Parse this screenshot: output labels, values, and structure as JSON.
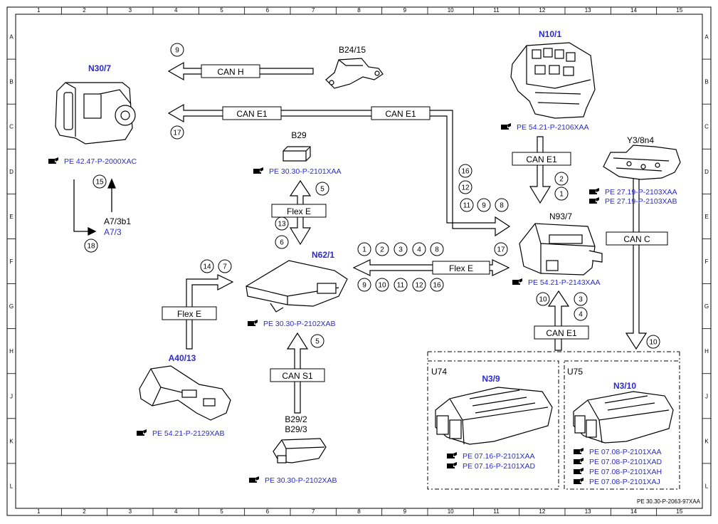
{
  "grid": {
    "columns": [
      "1",
      "2",
      "3",
      "4",
      "5",
      "6",
      "7",
      "8",
      "9",
      "10",
      "11",
      "12",
      "13",
      "14",
      "15"
    ],
    "rows": [
      "A",
      "B",
      "C",
      "D",
      "E",
      "F",
      "G",
      "H",
      "J",
      "K",
      "L"
    ]
  },
  "footer_code": "PE 30.30-P-2063-97XAA",
  "components": {
    "n30_7": {
      "id": "N30/7",
      "ref": "PE 42.47-P-2000XAC"
    },
    "b24_15": {
      "id": "B24/15"
    },
    "n10_1": {
      "id": "N10/1",
      "ref": "PE 54.21-P-2106XAA"
    },
    "b29": {
      "id": "B29",
      "ref": "PE 30.30-P-2101XAA"
    },
    "y3_8n4": {
      "id": "Y3/8n4",
      "ref1": "PE 27.19-P-2103XAA",
      "ref2": "PE 27.19-P-2103XAB"
    },
    "a7_3": {
      "id1": "A7/3b1",
      "id2": "A7/3"
    },
    "n93_7": {
      "id": "N93/7",
      "ref": "PE 54.21-P-2143XAA"
    },
    "n62_1": {
      "id": "N62/1",
      "ref": "PE 30.30-P-2102XAB"
    },
    "a40_13": {
      "id": "A40/13",
      "ref": "PE 54.21-P-2129XAB"
    },
    "b29_2": {
      "id1": "B29/2",
      "id2": "B29/3",
      "ref": "PE 30.30-P-2102XAB"
    },
    "u74": {
      "group": "U74",
      "id": "N3/9",
      "ref1": "PE 07.16-P-2101XAA",
      "ref2": "PE 07.16-P-2101XAD"
    },
    "u75": {
      "group": "U75",
      "id": "N3/10",
      "ref1": "PE 07.08-P-2101XAA",
      "ref2": "PE 07.08-P-2101XAD",
      "ref3": "PE 07.08-P-2101XAH",
      "ref4": "PE 07.08-P-2101XAJ"
    }
  },
  "buses": {
    "can_h": "CAN H",
    "can_e1_left": "CAN E1",
    "can_e1_right": "CAN E1",
    "can_e1_n10": "CAN E1",
    "flex_e_b29": "Flex E",
    "can_c": "CAN C",
    "flex_e_main": "Flex E",
    "flex_e_a40": "Flex E",
    "can_e1_bottom": "CAN E1",
    "can_s1": "CAN S1"
  },
  "signal_numbers": {
    "s9a": "9",
    "s17a": "17",
    "s15": "15",
    "s18": "18",
    "s5a": "5",
    "s13": "13",
    "s6": "6",
    "s16a": "16",
    "s12a": "12",
    "s11a": "11",
    "s9b": "9",
    "s8a": "8",
    "s2": "2",
    "s1a": "1",
    "s1b": "1",
    "s2b": "2",
    "s3a": "3",
    "s4a": "4",
    "s8b": "8",
    "s9c": "9",
    "s10a": "10",
    "s11b": "11",
    "s12b": "12",
    "s16b": "16",
    "s17b": "17",
    "s14": "14",
    "s7": "7",
    "s10b": "10",
    "s3b": "3",
    "s4b": "4",
    "s5b": "5",
    "s10c": "10"
  },
  "colors": {
    "accent": "#2a2ad0",
    "ink": "#000000"
  }
}
